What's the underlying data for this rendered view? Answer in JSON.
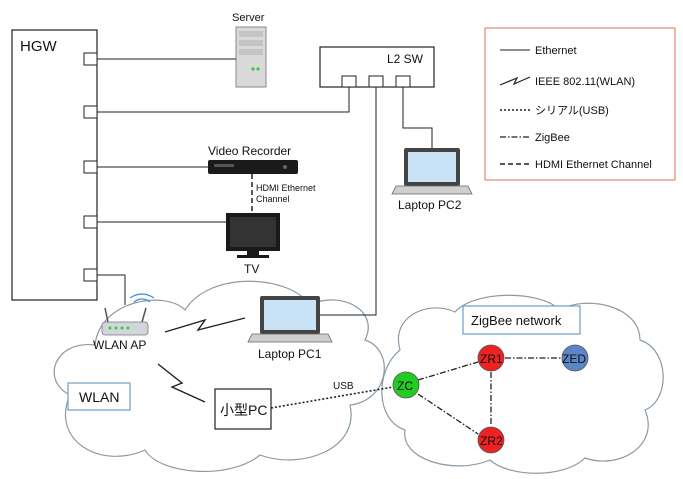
{
  "nodes": {
    "hgw": "HGW",
    "server": "Server",
    "l2sw": "L2 SW",
    "video_recorder": "Video Recorder",
    "hdmi_label_1": "HDMI Ethernet",
    "hdmi_label_2": "Channel",
    "tv": "TV",
    "laptop_pc1": "Laptop PC1",
    "laptop_pc2": "Laptop PC2",
    "wlan_ap": "WLAN AP",
    "wlan": "WLAN",
    "small_pc": "小型PC",
    "usb": "USB",
    "zigbee_network": "ZigBee network",
    "zc": "ZC",
    "zr1": "ZR1",
    "zr2": "ZR2",
    "zed": "ZED"
  },
  "legend": {
    "ethernet": "Ethernet",
    "wlan": "IEEE 802.11(WLAN)",
    "serial": "シリアル(USB)",
    "zigbee": "ZigBee",
    "hdmi": "HDMI Ethernet Channel"
  },
  "colors": {
    "zc": "#22cc22",
    "zr": "#ee2222",
    "zed": "#5a86c8",
    "legend_border": "#e07050"
  }
}
